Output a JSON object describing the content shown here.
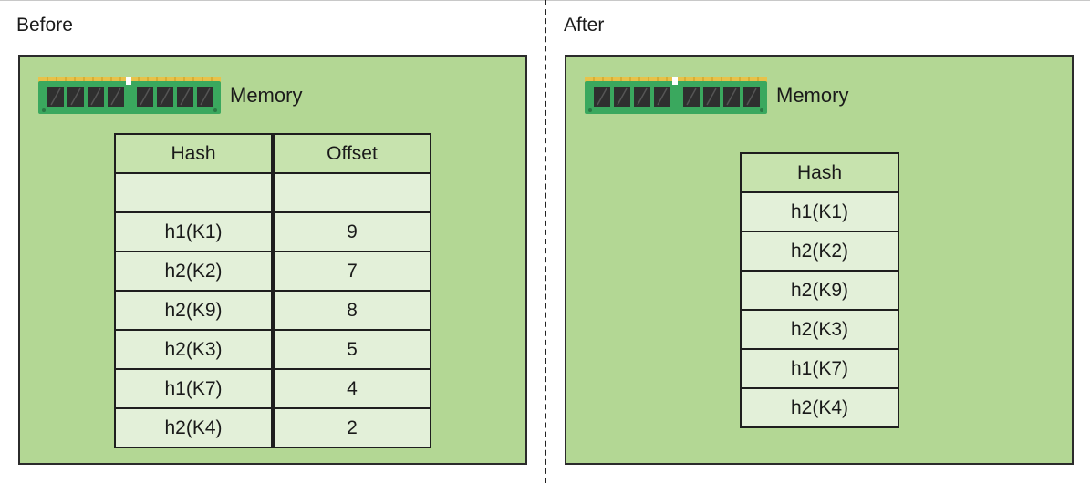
{
  "before": {
    "label": "Before",
    "memory_label": "Memory",
    "headers": [
      "Hash",
      "Offset"
    ],
    "rows": [
      [
        "",
        ""
      ],
      [
        "h1(K1)",
        "9"
      ],
      [
        "h2(K2)",
        "7"
      ],
      [
        "h2(K9)",
        "8"
      ],
      [
        "h2(K3)",
        "5"
      ],
      [
        "h1(K7)",
        "4"
      ],
      [
        "h2(K4)",
        "2"
      ]
    ]
  },
  "after": {
    "label": "After",
    "memory_label": "Memory",
    "header": "Hash",
    "rows": [
      "h1(K1)",
      "h2(K2)",
      "h2(K9)",
      "h2(K3)",
      "h1(K7)",
      "h2(K4)"
    ]
  },
  "colors": {
    "panel_fill": "#b3d794",
    "header_fill": "#c7e3ae",
    "row_fill": "#e3f0d9",
    "ram_board": "#3aa85e",
    "ram_chip": "#2f2f2f",
    "ram_pins": "#e8c24a"
  },
  "icons": [
    "memory-module-icon"
  ]
}
